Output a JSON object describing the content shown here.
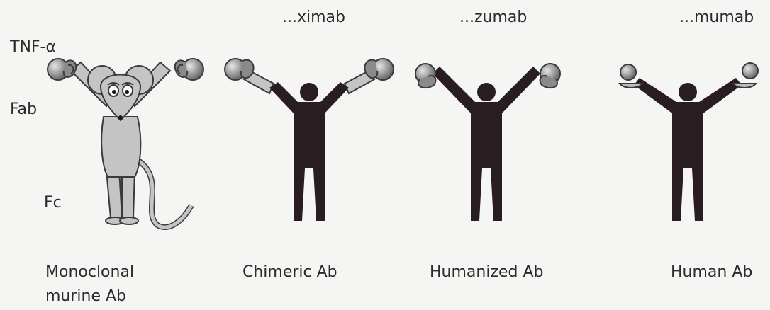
{
  "side_labels": {
    "antigen": "TNF-α",
    "fab": "Fab",
    "fc": "Fc"
  },
  "suffixes": [
    "...ximab",
    "...zumab",
    "...mumab"
  ],
  "captions": [
    {
      "line1": "Monoclonal",
      "line2": "murine Ab"
    },
    {
      "line1": "Chimeric Ab"
    },
    {
      "line1": "Humanized Ab"
    },
    {
      "line1": "Human Ab"
    }
  ],
  "colors": {
    "mouse_grey": "#c4c4c4",
    "human_dark": "#2a1d22",
    "antigen_grey": "#8e8e8e",
    "outline": "#3a3a3a"
  },
  "icons": [
    "mouse-figure-icon",
    "chimeric-figure-icon",
    "humanized-figure-icon",
    "human-figure-icon"
  ]
}
